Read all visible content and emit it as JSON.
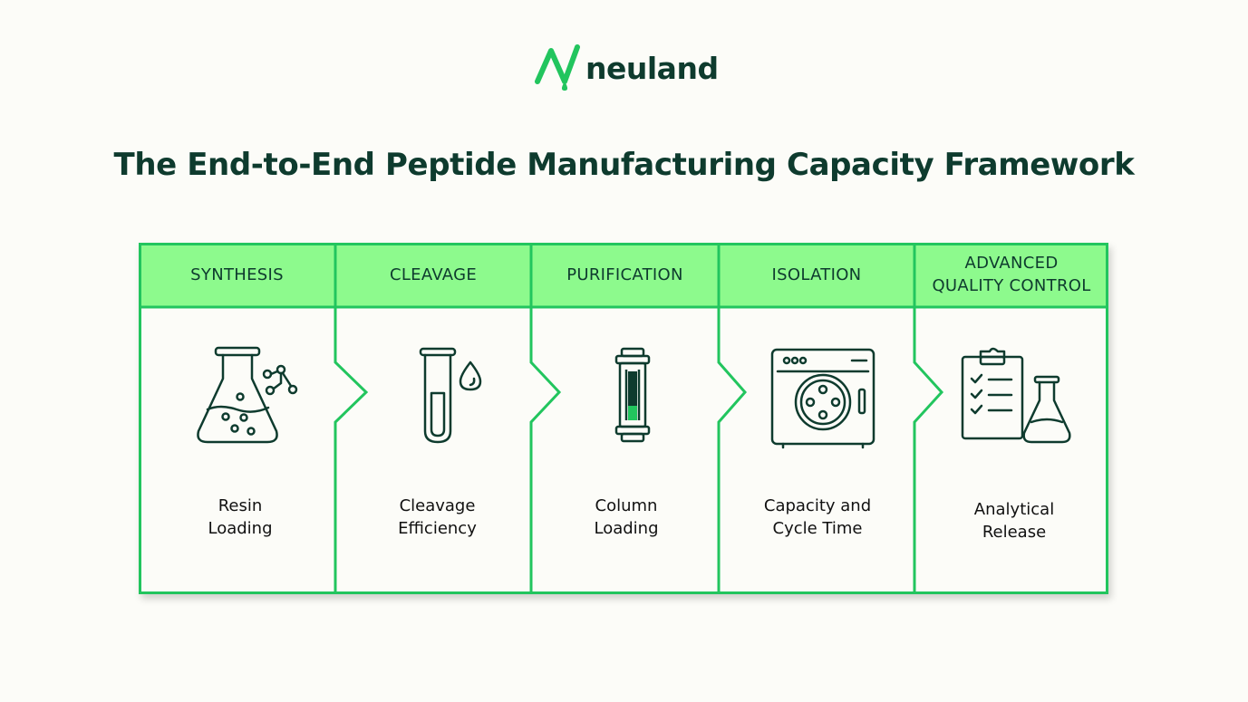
{
  "brand": {
    "name": "neuland",
    "color_primary": "#0e3b2e",
    "color_accent": "#22c55e",
    "color_header_fill": "#8dfa8d"
  },
  "title": "The End-to-End Peptide Manufacturing Capacity Framework",
  "stages": [
    {
      "header": [
        "SYNTHESIS"
      ],
      "label": [
        "Resin",
        "Loading"
      ],
      "icon": "flask-molecule-icon"
    },
    {
      "header": [
        "CLEAVAGE"
      ],
      "label": [
        "Cleavage",
        "Efficiency"
      ],
      "icon": "test-tube-drop-icon"
    },
    {
      "header": [
        "PURIFICATION"
      ],
      "label": [
        "Column",
        "Loading"
      ],
      "icon": "chromatography-column-icon"
    },
    {
      "header": [
        "ISOLATION"
      ],
      "label": [
        "Capacity and",
        "Cycle Time"
      ],
      "icon": "lyophilizer-icon"
    },
    {
      "header": [
        "ADVANCED",
        "QUALITY CONTROL"
      ],
      "label": [
        "Analytical",
        "Release"
      ],
      "icon": "checklist-flask-icon"
    }
  ]
}
